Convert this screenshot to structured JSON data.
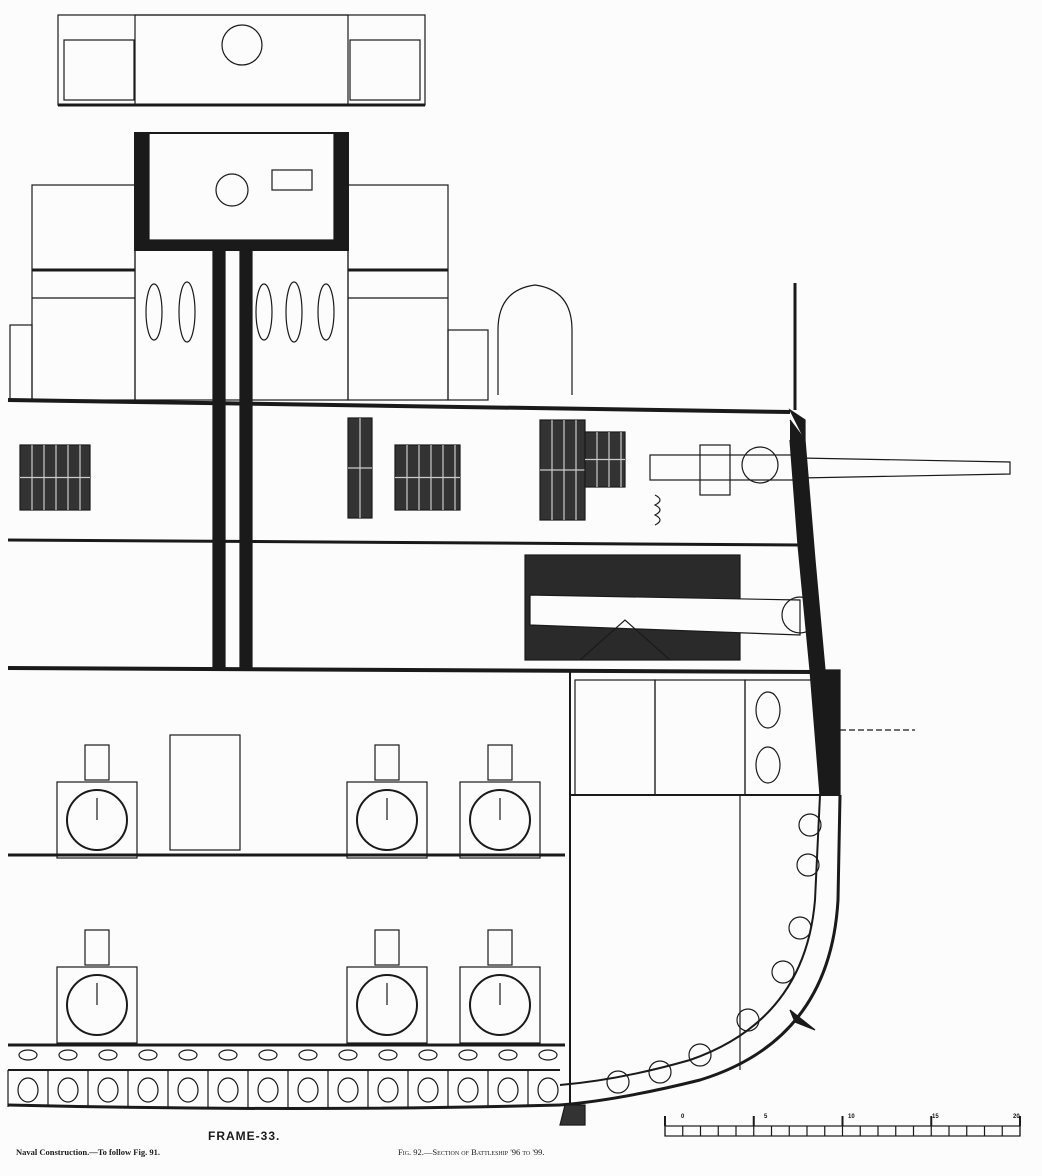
{
  "drawing": {
    "frame_label": "FRAME-33.",
    "caption_left": "Naval Construction.—To follow Fig. 91.",
    "caption_center": "Fig. 92.—Section of Battleship '96 to '99.",
    "scale_ticks": [
      "0",
      "5",
      "10",
      "15",
      "20"
    ],
    "ink_color": "#1a1a1a",
    "paper_color": "#fcfcfc"
  }
}
